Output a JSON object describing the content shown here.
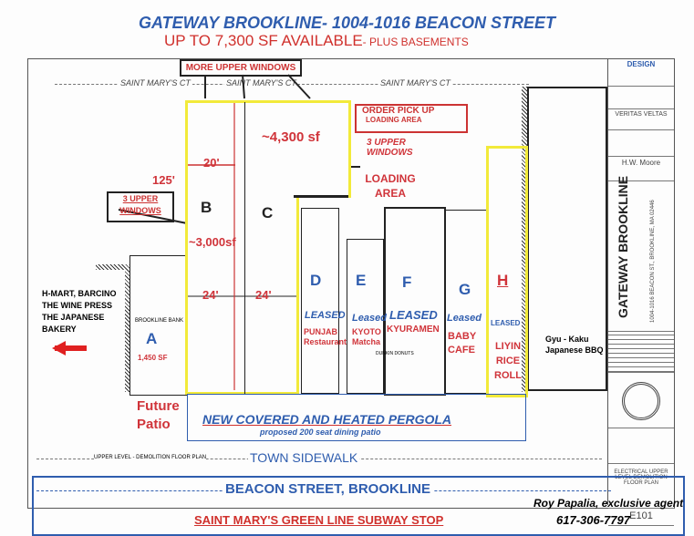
{
  "header": {
    "title": "GATEWAY BROOKLINE- 1004-1016 BEACON STREET",
    "subtitle_main": "UP TO 7,300 SF AVAILABLE",
    "subtitle_suffix": "- PLUS BASEMENTS"
  },
  "plan": {
    "street_top": "SAINT MARY'S CT",
    "more_windows": "MORE UPPER WINDOWS",
    "order_pickup": "ORDER PICK UP",
    "loading_area_small": "LOADING AREA",
    "three_windows_right": "3 UPPER WINDOWS",
    "loading_area": "LOADING AREA",
    "three_windows_left": "3 UPPER WINDOWS",
    "dim_125": "125'",
    "dim_20": "20'",
    "dim_24a": "24'",
    "dim_24b": "24'",
    "area_c": "~4,300 sf",
    "area_b": "~3,000sf",
    "neighbors_left": [
      "H-MART, BARCINO",
      "THE WINE PRESS",
      "THE JAPANESE",
      "BAKERY"
    ],
    "neighbor_right": [
      "Gyu - Kaku",
      "Japanese BBQ"
    ],
    "bank": "BROOKLINE BANK",
    "dunkin": "DUNKIN DONUTS",
    "future_patio": [
      "Future",
      "Patio"
    ],
    "pergola": "NEW COVERED AND HEATED PERGOLA",
    "pergola_sub": "proposed 200 seat dining patio",
    "sidewalk": "TOWN SIDEWALK",
    "plan_label": "UPPER LEVEL - DEMOLITION FLOOR PLAN",
    "units": [
      {
        "letter": "A",
        "status": "",
        "tenant": "1,450 SF"
      },
      {
        "letter": "B",
        "status": "",
        "tenant": ""
      },
      {
        "letter": "C",
        "status": "",
        "tenant": ""
      },
      {
        "letter": "D",
        "status": "LEASED",
        "tenant": "PUNJAB Restaurant"
      },
      {
        "letter": "E",
        "status": "Leased",
        "tenant": "KYOTO Matcha"
      },
      {
        "letter": "F",
        "status": "LEASED",
        "tenant": "KYURAMEN"
      },
      {
        "letter": "G",
        "status": "Leased",
        "tenant": "BABY CAFE"
      },
      {
        "letter": "H",
        "status": "LEASED",
        "tenant": "LIYIN RICE ROLL"
      }
    ]
  },
  "title_block": {
    "firm1": "DESIGN",
    "firm2": "VERITAS VELTAS",
    "firm3": "H.W. Moore",
    "project": "GATEWAY BROOKLINE",
    "address": "1004-1016 BEACON ST., BROOKLINE, MA 02446",
    "sheet_title": "ELECTRICAL UPPER LEVEL DEMOLITION FLOOR PLAN",
    "sheet_no": "E101"
  },
  "footer": {
    "street": "BEACON STREET, BROOKLINE",
    "subway": "SAINT MARY'S GREEN LINE SUBWAY STOP",
    "agent": "Roy Papalia, exclusive agent",
    "phone": "617-306-7797"
  },
  "colors": {
    "title_blue": "#2f5dae",
    "accent_red": "#d0302c",
    "highlight_yellow": "#f2ea3a"
  }
}
